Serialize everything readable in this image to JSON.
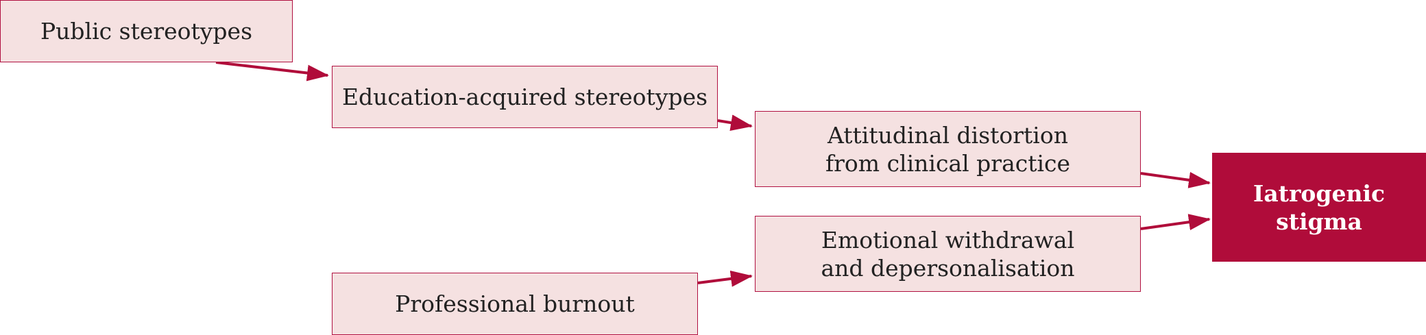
{
  "diagram": {
    "nodes": [
      {
        "id": "public",
        "lines": [
          "Public stereotypes"
        ]
      },
      {
        "id": "education",
        "lines": [
          "Education-acquired stereotypes"
        ]
      },
      {
        "id": "attitudinal",
        "lines": [
          "Attitudinal distortion",
          "from clinical practice"
        ]
      },
      {
        "id": "emotional",
        "lines": [
          "Emotional withdrawal",
          "and depersonalisation"
        ]
      },
      {
        "id": "burnout",
        "lines": [
          "Professional burnout"
        ]
      },
      {
        "id": "iatrogenic",
        "lines": [
          "Iatrogenic",
          "stigma"
        ]
      }
    ],
    "edges": [
      {
        "from": "public",
        "to": "education"
      },
      {
        "from": "education",
        "to": "attitudinal"
      },
      {
        "from": "attitudinal",
        "to": "iatrogenic"
      },
      {
        "from": "burnout",
        "to": "emotional"
      },
      {
        "from": "emotional",
        "to": "iatrogenic"
      }
    ],
    "colors": {
      "accent": "#b00c3a",
      "box_fill": "#f5e1e1",
      "box_border": "#b01040"
    }
  }
}
